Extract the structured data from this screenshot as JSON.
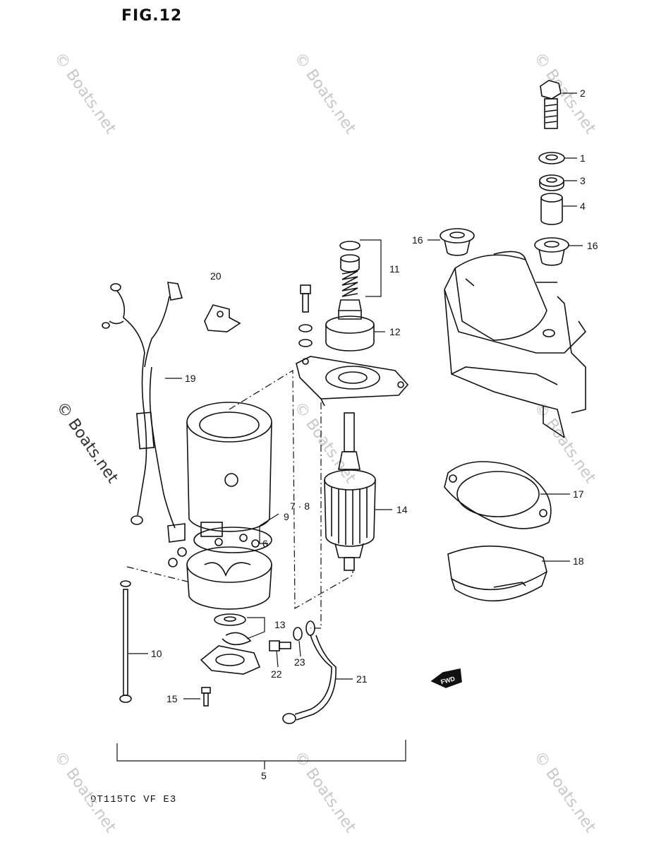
{
  "figure": {
    "title": "FIG.12",
    "model": "DT115TC VF E3"
  },
  "watermark": {
    "text": "© Boats.net"
  },
  "callouts": [
    {
      "id": "c2",
      "text": "2"
    },
    {
      "id": "c1",
      "text": "1"
    },
    {
      "id": "c3",
      "text": "3"
    },
    {
      "id": "c4",
      "text": "4"
    },
    {
      "id": "c16a",
      "text": "16"
    },
    {
      "id": "c16b",
      "text": "16"
    },
    {
      "id": "c11",
      "text": "11"
    },
    {
      "id": "c12",
      "text": "12"
    },
    {
      "id": "c20",
      "text": "20"
    },
    {
      "id": "c19",
      "text": "19"
    },
    {
      "id": "c78",
      "text": "7 · 8"
    },
    {
      "id": "c9",
      "text": "9"
    },
    {
      "id": "c6",
      "text": "6"
    },
    {
      "id": "c14",
      "text": "14"
    },
    {
      "id": "c17",
      "text": "17"
    },
    {
      "id": "c18",
      "text": "18"
    },
    {
      "id": "c13",
      "text": "13"
    },
    {
      "id": "c10",
      "text": "10"
    },
    {
      "id": "c22",
      "text": "22"
    },
    {
      "id": "c23",
      "text": "23"
    },
    {
      "id": "c21",
      "text": "21"
    },
    {
      "id": "c15",
      "text": "15"
    },
    {
      "id": "c5",
      "text": "5"
    }
  ],
  "badges": {
    "fwd": "FWD"
  }
}
